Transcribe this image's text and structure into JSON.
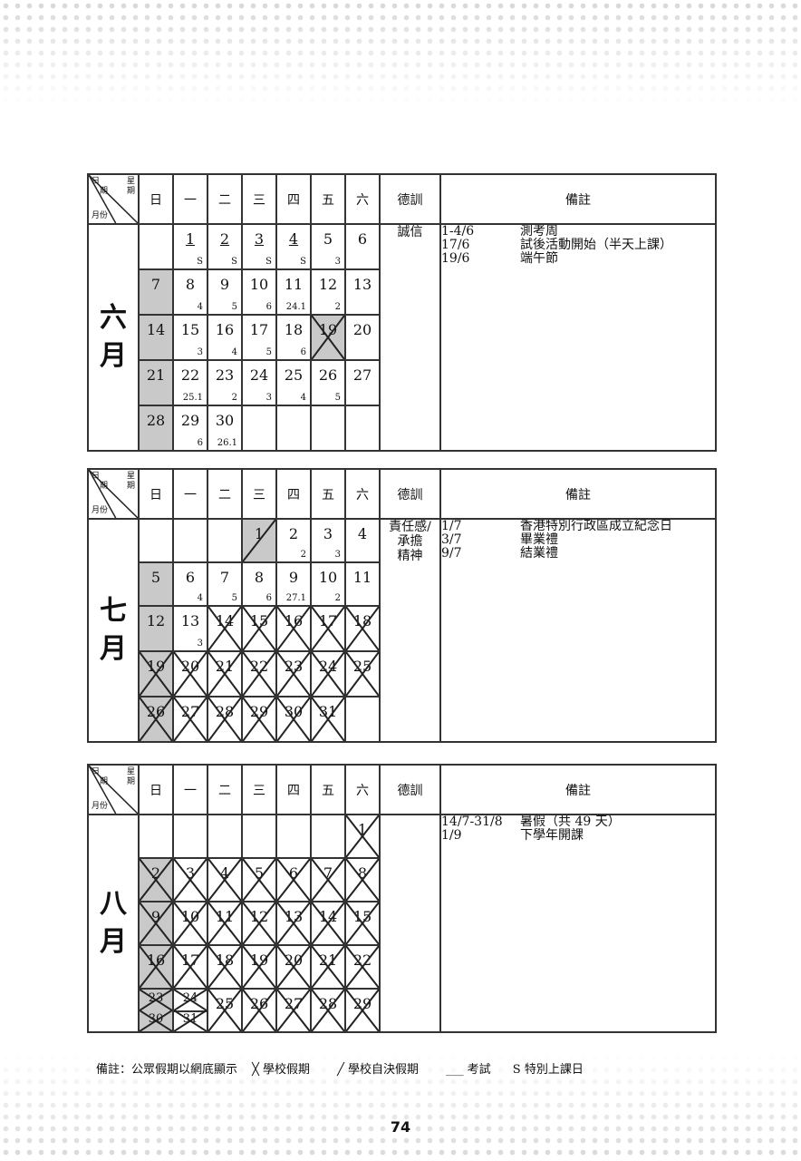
{
  "header": {
    "corner_top": "星",
    "corner_top2": "期",
    "corner_mid": "日",
    "corner_mid2": "期",
    "corner_bottom": "月份",
    "weekdays": [
      "日",
      "一",
      "二",
      "三",
      "四",
      "五",
      "六"
    ],
    "moral_label": "德訓",
    "notes_label": "備註"
  },
  "months": [
    {
      "name": "六\n月",
      "moral": "誠信",
      "notes": [
        {
          "date": "1-4/6",
          "text": "測考周"
        },
        {
          "date": "17/6",
          "text": "試後活動開始（半天上課）"
        },
        {
          "date": "19/6",
          "text": "端午節"
        }
      ],
      "weeks": [
        [
          null,
          {
            "n": "1",
            "u": true,
            "s": "S"
          },
          {
            "n": "2",
            "u": true,
            "s": "S"
          },
          {
            "n": "3",
            "u": true,
            "s": "S"
          },
          {
            "n": "4",
            "u": true,
            "s": "S"
          },
          {
            "n": "5",
            "s": "3"
          },
          {
            "n": "6"
          }
        ],
        [
          {
            "n": "7",
            "g": true
          },
          {
            "n": "8",
            "s": "4"
          },
          {
            "n": "9",
            "s": "5"
          },
          {
            "n": "10",
            "s": "6"
          },
          {
            "n": "11",
            "s": "24.1"
          },
          {
            "n": "12",
            "s": "2"
          },
          {
            "n": "13"
          }
        ],
        [
          {
            "n": "14",
            "g": true
          },
          {
            "n": "15",
            "s": "3"
          },
          {
            "n": "16",
            "s": "4"
          },
          {
            "n": "17",
            "s": "5"
          },
          {
            "n": "18",
            "s": "6"
          },
          {
            "n": "19",
            "g": true,
            "x": "full"
          },
          {
            "n": "20"
          }
        ],
        [
          {
            "n": "21",
            "g": true
          },
          {
            "n": "22",
            "s": "25.1"
          },
          {
            "n": "23",
            "s": "2"
          },
          {
            "n": "24",
            "s": "3"
          },
          {
            "n": "25",
            "s": "4"
          },
          {
            "n": "26",
            "s": "5"
          },
          {
            "n": "27"
          }
        ],
        [
          {
            "n": "28",
            "g": true
          },
          {
            "n": "29",
            "s": "6"
          },
          {
            "n": "30",
            "s": "26.1"
          },
          null,
          null,
          null,
          null
        ]
      ]
    },
    {
      "name": "七\n月",
      "moral": "責任感/\n承擔\n精神",
      "notes": [
        {
          "date": "1/7",
          "text": "香港特別行政區成立紀念日"
        },
        {
          "date": "3/7",
          "text": "畢業禮"
        },
        {
          "date": "9/7",
          "text": "結業禮"
        }
      ],
      "weeks": [
        [
          null,
          null,
          null,
          {
            "n": "1",
            "g": true,
            "x": "half"
          },
          {
            "n": "2",
            "s": "2"
          },
          {
            "n": "3",
            "s": "3"
          },
          {
            "n": "4"
          }
        ],
        [
          {
            "n": "5",
            "g": true
          },
          {
            "n": "6",
            "s": "4"
          },
          {
            "n": "7",
            "s": "5"
          },
          {
            "n": "8",
            "s": "6"
          },
          {
            "n": "9",
            "s": "27.1"
          },
          {
            "n": "10",
            "s": "2"
          },
          {
            "n": "11"
          }
        ],
        [
          {
            "n": "12",
            "g": true
          },
          {
            "n": "13",
            "s": "3"
          },
          {
            "n": "14",
            "x": "full"
          },
          {
            "n": "15",
            "x": "full"
          },
          {
            "n": "16",
            "x": "full"
          },
          {
            "n": "17",
            "x": "full"
          },
          {
            "n": "18",
            "x": "full"
          }
        ],
        [
          {
            "n": "19",
            "g": true,
            "x": "full"
          },
          {
            "n": "20",
            "x": "full"
          },
          {
            "n": "21",
            "x": "full"
          },
          {
            "n": "22",
            "x": "full"
          },
          {
            "n": "23",
            "x": "full"
          },
          {
            "n": "24",
            "x": "full"
          },
          {
            "n": "25",
            "x": "full"
          }
        ],
        [
          {
            "n": "26",
            "g": true,
            "x": "full"
          },
          {
            "n": "27",
            "x": "full"
          },
          {
            "n": "28",
            "x": "full"
          },
          {
            "n": "29",
            "x": "full"
          },
          {
            "n": "30",
            "x": "full"
          },
          {
            "n": "31",
            "x": "full"
          },
          null
        ]
      ]
    },
    {
      "name": "八\n月",
      "moral": "",
      "notes": [
        {
          "date": "14/7-31/8",
          "text": "暑假（共 49 天）"
        },
        {
          "date": "1/9",
          "text": "下學年開課"
        }
      ],
      "weeks": [
        [
          null,
          null,
          null,
          null,
          null,
          null,
          {
            "n": "1",
            "x": "full"
          }
        ],
        [
          {
            "n": "2",
            "g": true,
            "x": "full"
          },
          {
            "n": "3",
            "x": "full"
          },
          {
            "n": "4",
            "x": "full"
          },
          {
            "n": "5",
            "x": "full"
          },
          {
            "n": "6",
            "x": "full"
          },
          {
            "n": "7",
            "x": "full"
          },
          {
            "n": "8",
            "x": "full"
          }
        ],
        [
          {
            "n": "9",
            "g": true,
            "x": "full"
          },
          {
            "n": "10",
            "x": "full"
          },
          {
            "n": "11",
            "x": "full"
          },
          {
            "n": "12",
            "x": "full"
          },
          {
            "n": "13",
            "x": "full"
          },
          {
            "n": "14",
            "x": "full"
          },
          {
            "n": "15",
            "x": "full"
          }
        ],
        [
          {
            "n": "16",
            "g": true,
            "x": "full"
          },
          {
            "n": "17",
            "x": "full"
          },
          {
            "n": "18",
            "x": "full"
          },
          {
            "n": "19",
            "x": "full"
          },
          {
            "n": "20",
            "x": "full"
          },
          {
            "n": "21",
            "x": "full"
          },
          {
            "n": "22",
            "x": "full"
          }
        ],
        [
          {
            "split": [
              {
                "n": "23",
                "g": true
              },
              {
                "n": "30",
                "g": true
              }
            ]
          },
          {
            "split": [
              {
                "n": "24"
              },
              {
                "n": "31"
              }
            ]
          },
          {
            "n": "25",
            "x": "full"
          },
          {
            "n": "26",
            "x": "full"
          },
          {
            "n": "27",
            "x": "full"
          },
          {
            "n": "28",
            "x": "full"
          },
          {
            "n": "29",
            "x": "full"
          }
        ]
      ]
    }
  ],
  "legend": {
    "label": "備註：公眾假期以網底顯示",
    "holiday": "學校假期",
    "self_holiday": "學校自決假期",
    "exam_line": "___",
    "exam": "考試",
    "special": "S 特別上課日"
  },
  "page_number": "74"
}
